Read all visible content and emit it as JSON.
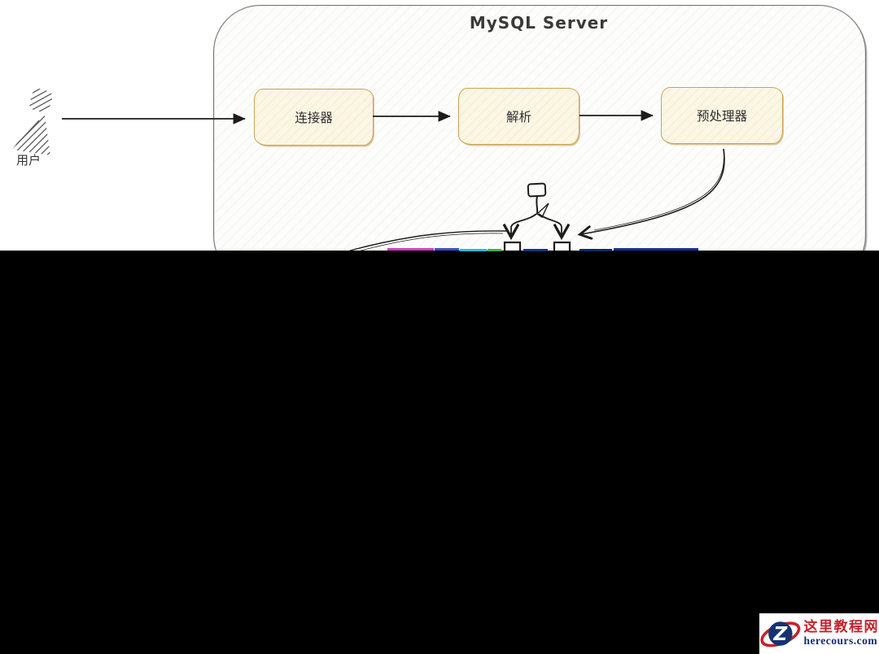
{
  "diagram": {
    "title": "MySQL Server",
    "user_label": "用户",
    "nodes": [
      {
        "id": "connector",
        "label": "连接器"
      },
      {
        "id": "parser",
        "label": "解析"
      },
      {
        "id": "preprocessor",
        "label": "预处理器"
      }
    ],
    "edges": [
      {
        "from": "user",
        "to": "connector"
      },
      {
        "from": "connector",
        "to": "parser"
      },
      {
        "from": "parser",
        "to": "preprocessor"
      },
      {
        "from": "preprocessor",
        "to": "branch-junction"
      },
      {
        "from": "branch-junction",
        "to": "left-branch"
      },
      {
        "from": "branch-junction",
        "to": "right-branch"
      }
    ]
  },
  "watermark": {
    "site_name": "这里教程网",
    "domain": "herecours.com",
    "logo_letter": "Z"
  },
  "colors": {
    "container_border": "#757575",
    "node_border": "#c9a356",
    "node_fill": "#fcf6e5",
    "ink": "#1c1c1c",
    "censor_black": "#000000",
    "watermark_red": "#c4232b",
    "watermark_navy": "#172d6b",
    "glitch_magenta": "#d93cc0",
    "glitch_blue": "#3b50c8",
    "glitch_cyan": "#28b9d8",
    "glitch_green": "#3cb04e",
    "glitch_navy": "#1b2f8f"
  }
}
